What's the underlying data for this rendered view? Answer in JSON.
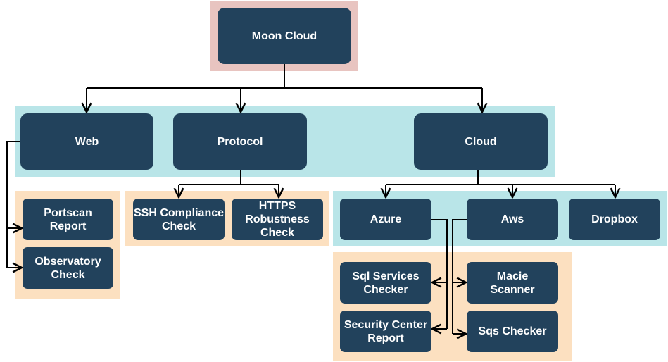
{
  "diagram": {
    "root": {
      "label": "Moon Cloud"
    },
    "categories": {
      "web": "Web",
      "protocol": "Protocol",
      "cloud": "Cloud"
    },
    "leaves": {
      "portscan": "Portscan\nReport",
      "observatory": "Observatory\nCheck",
      "ssh": "SSH Compliance\nCheck",
      "https": "HTTPS\nRobustness\nCheck",
      "azure": "Azure",
      "aws": "Aws",
      "dropbox": "Dropbox",
      "sql": "Sql Services\nChecker",
      "security_center": "Security Center\nReport",
      "macie": "Macie\nScanner",
      "sqs": "Sqs Checker"
    },
    "colors": {
      "node_fill": "#22425c",
      "root_band": "#e8c4c0",
      "category_band": "#b9e5e8",
      "leaf_band": "#fce0c0",
      "connector": "#000000"
    }
  }
}
